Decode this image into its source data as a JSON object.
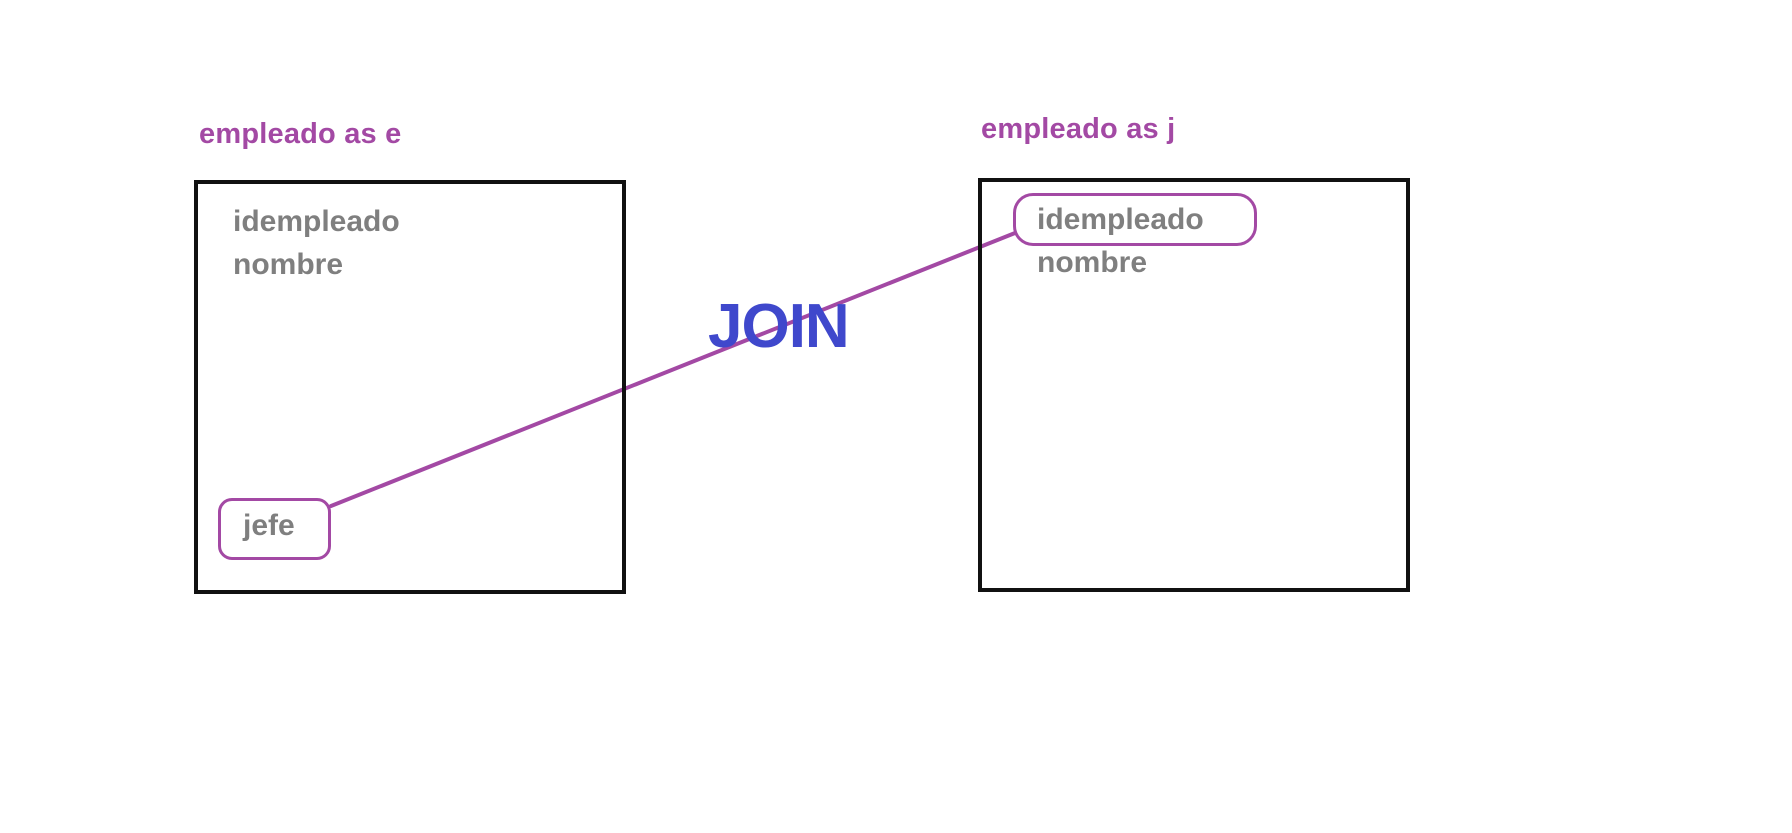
{
  "colors": {
    "accent": "#a349a4",
    "field_text": "#7f7f7f",
    "join_text": "#3f48cc",
    "box_border": "#111111"
  },
  "table_e": {
    "alias_label": "empleado as e",
    "fields": [
      "idempleado",
      "nombre",
      "jefe"
    ]
  },
  "table_j": {
    "alias_label": "empleado as j",
    "fields": [
      "idempleado",
      "nombre"
    ]
  },
  "join_label": "JOIN"
}
